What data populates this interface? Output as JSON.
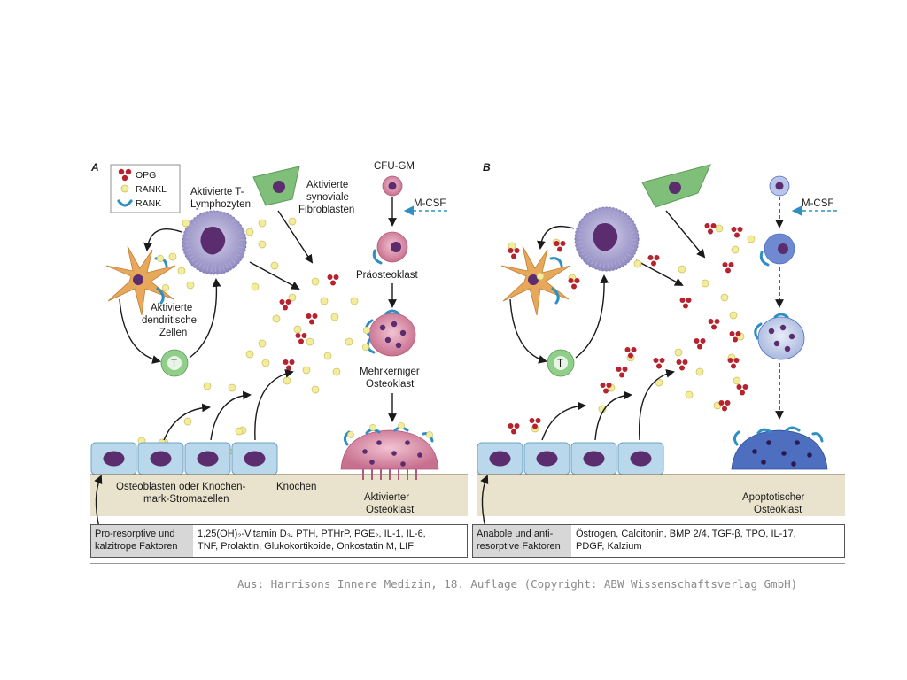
{
  "panel_a": {
    "letter": "A",
    "legend": [
      "OPG",
      "RANKL",
      "RANK"
    ],
    "cells": {
      "t_lymph_1": "Aktivierte T-",
      "t_lymph_2": "Lymphozyten",
      "fibro_1": "Aktivierte",
      "fibro_2": "synoviale",
      "fibro_3": "Fibroblasten",
      "cfu": "CFU-GM",
      "mcsf": "M-CSF",
      "praeosteoklast": "Präosteoklast",
      "dendr_1": "Aktivierte",
      "dendr_2": "dendritische",
      "dendr_3": "Zellen",
      "t_cell": "T",
      "mehrk_1": "Mehrkerniger",
      "mehrk_2": "Osteoklast",
      "osteobl_1": "Osteoblasten oder Knochen-",
      "osteobl_2": "mark-Stromazellen",
      "knochen": "Knochen",
      "aktiv_1": "Aktivierter",
      "aktiv_2": "Osteoklast"
    },
    "factors": {
      "head_1": "Pro-resorptive und",
      "head_2": "kalzitrope Faktoren",
      "body_1": "1,25(OH)₂-Vitamin D₃. PTH, PTHrP, PGE₂, IL-1, IL-6,",
      "body_2": "TNF, Prolaktin, Glukokortikoide, Onkostatin M, LIF"
    }
  },
  "panel_b": {
    "letter": "B",
    "mcsf": "M-CSF",
    "t_cell": "T",
    "apopt_1": "Apoptotischer",
    "apopt_2": "Osteoklast",
    "factors": {
      "head_1": "Anabole und anti-",
      "head_2": "resorptive Faktoren",
      "body_1": "Östrogen, Calcitonin, BMP 2/4, TGF-β, TPO, IL-17,",
      "body_2": "PDGF, Kalzium"
    }
  },
  "caption": "Aus: Harrisons Innere Medizin, 18. Auflage (Copyright: ABW Wissenschaftsverlag GmbH)",
  "colors": {
    "opg": "#b5232e",
    "rankl": "#f3ec9a",
    "rank": "#2f8fc2",
    "bone": "#e9e2cc",
    "osteoblast": "#b9d8ec",
    "nucleus": "#5b2d6e",
    "macrophage": "#a9a3cf",
    "fibroblast": "#7fbf7a",
    "dendritic": "#e8a85c",
    "osteoclast_pink": "#d98aa5",
    "osteoclast_blue": "#4e6fc0",
    "tcell": "#8fcf8a"
  }
}
